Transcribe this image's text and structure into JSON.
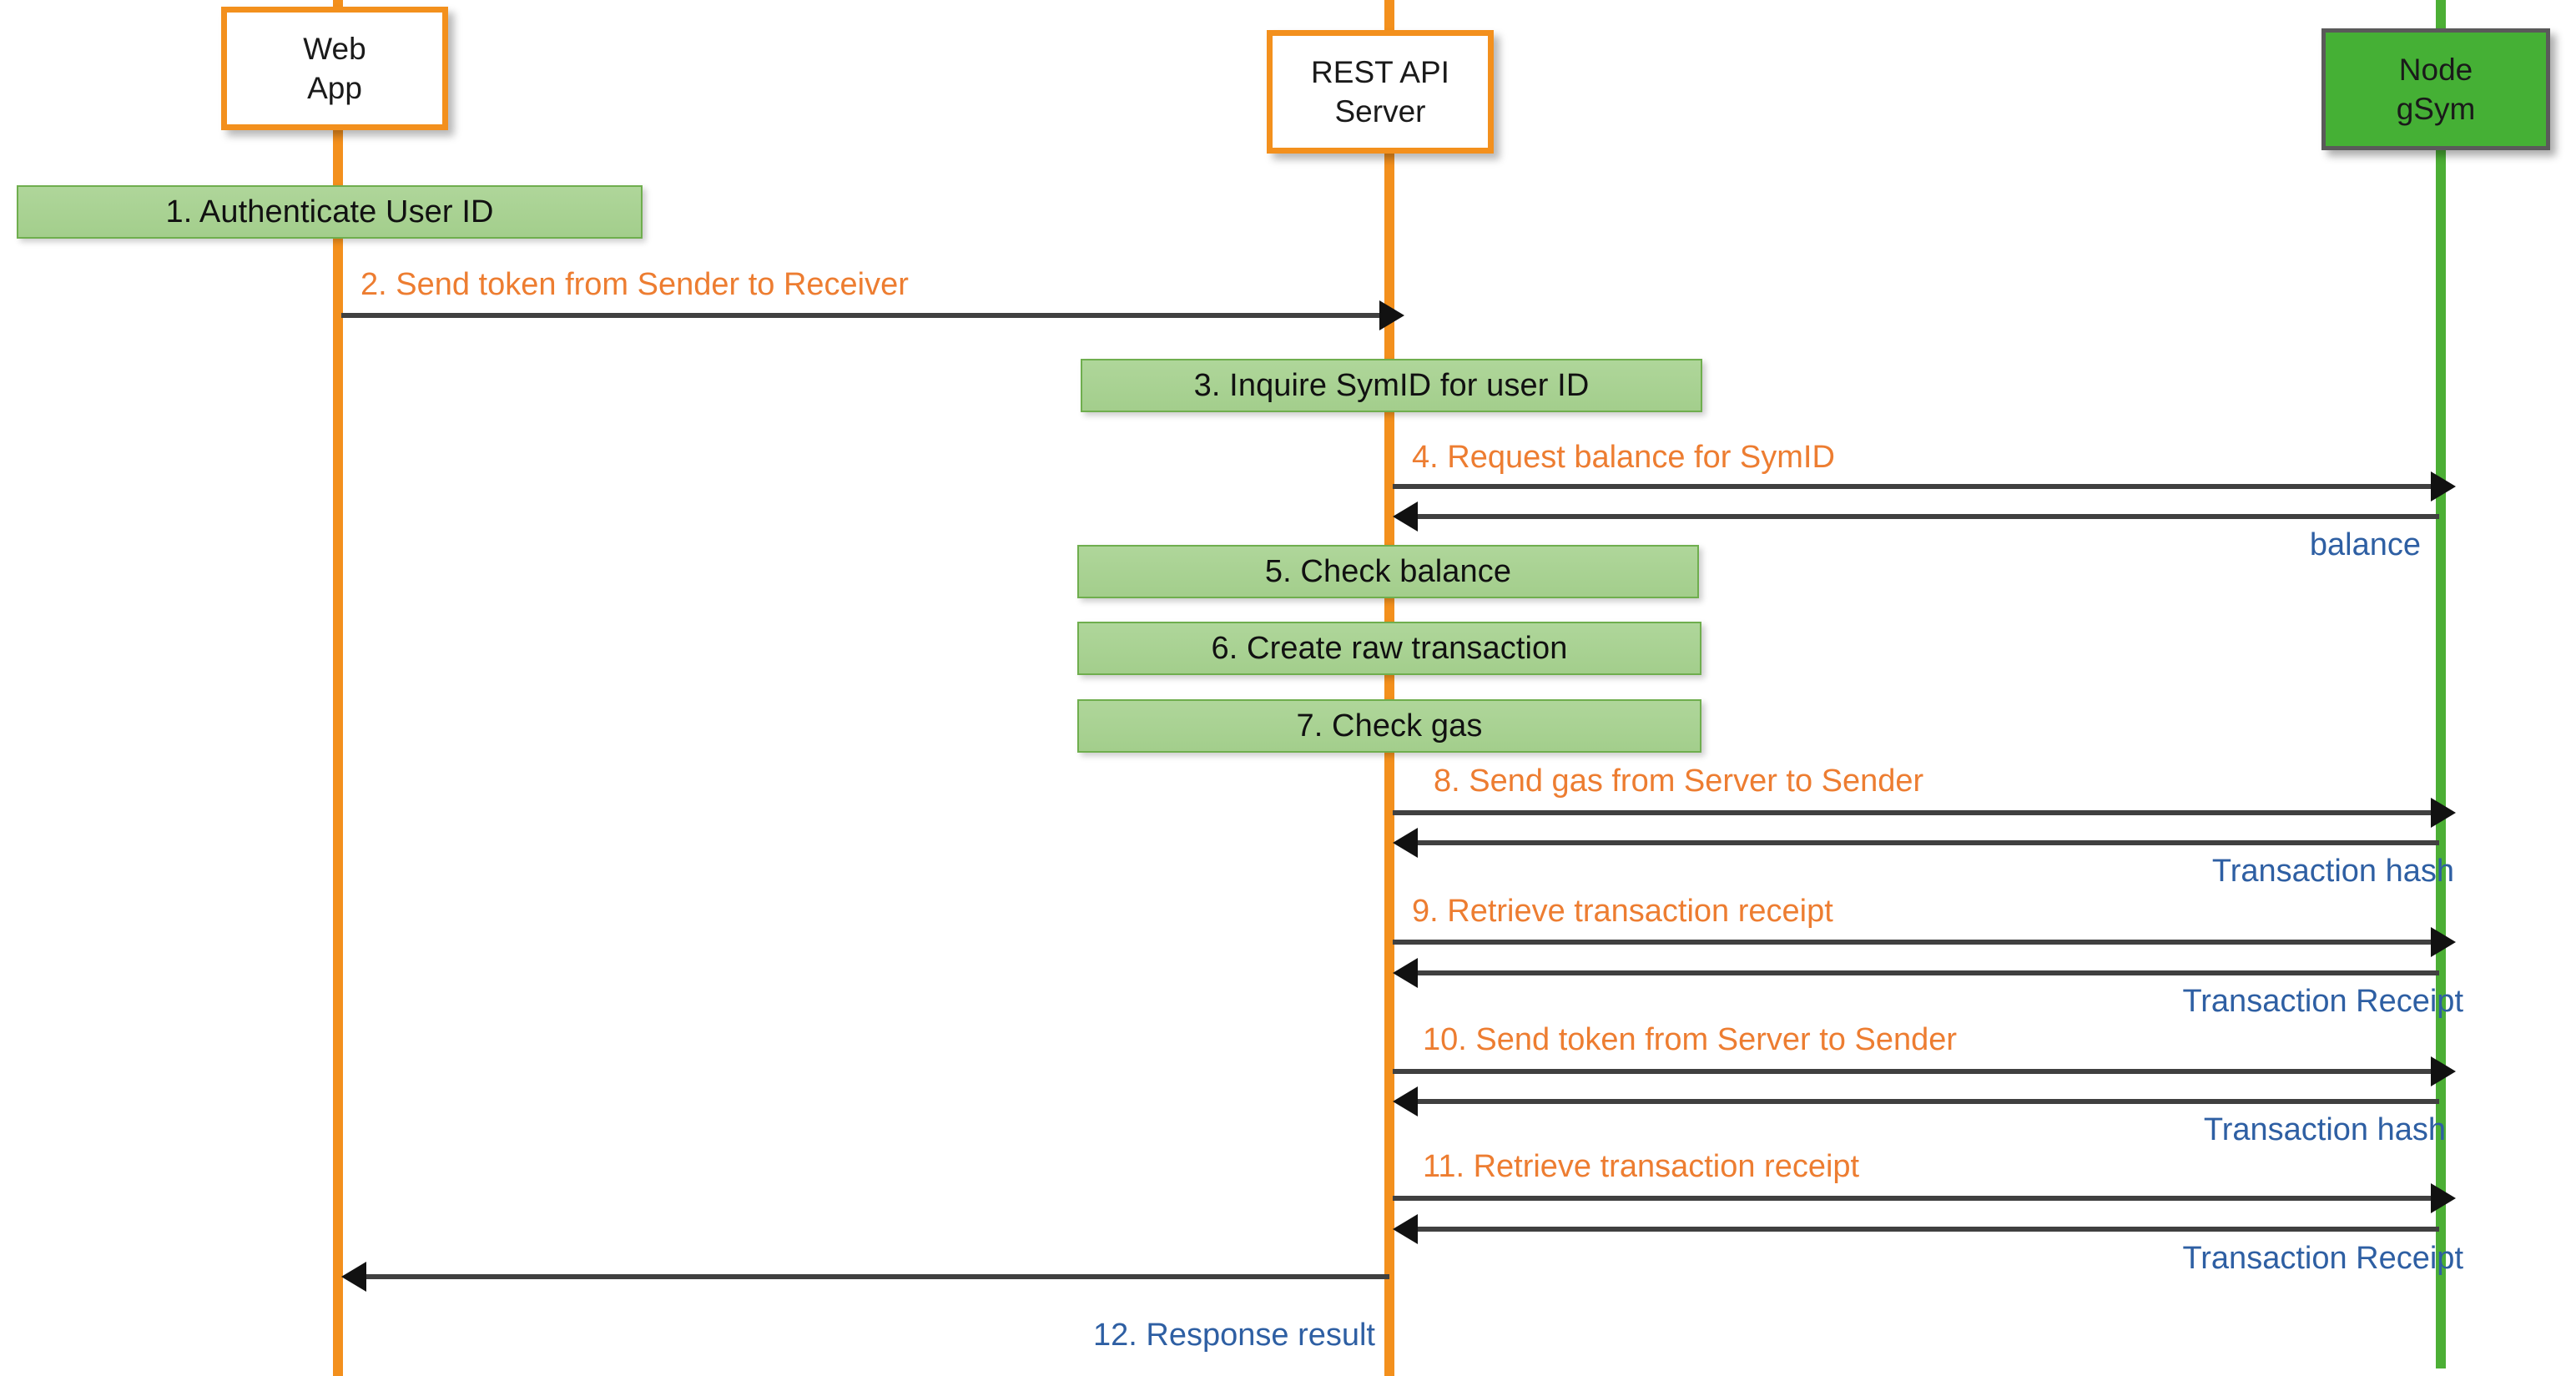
{
  "diagram": {
    "type": "uml-sequence-diagram",
    "title": "Token transfer sequence",
    "colors": {
      "lifeline_orange": "#F3901D",
      "lifeline_green": "#4CAF35",
      "action_fill": "#A9D18E",
      "action_border": "#6FAE4E",
      "call_label": "#ED7D31",
      "return_label": "#2E5FA3",
      "arrow": "#404040",
      "node_fill": "#45B035",
      "node_border": "#5A5A5A"
    }
  },
  "participants": [
    {
      "id": "web-app",
      "label_line1": "Web",
      "label_line2": "App",
      "style": "plain"
    },
    {
      "id": "rest-api",
      "label_line1": "REST API",
      "label_line2": "Server",
      "style": "plain"
    },
    {
      "id": "node",
      "label_line1": "Node",
      "label_line2": "gSym",
      "style": "node"
    }
  ],
  "actions": [
    {
      "step": "1",
      "label": "1. Authenticate User ID",
      "on": "web-app"
    },
    {
      "step": "3",
      "label": "3. Inquire SymID for user ID",
      "on": "rest-api"
    },
    {
      "step": "5",
      "label": "5. Check balance",
      "on": "rest-api"
    },
    {
      "step": "6",
      "label": "6. Create raw transaction",
      "on": "rest-api"
    },
    {
      "step": "7",
      "label": "7. Check gas",
      "on": "rest-api"
    }
  ],
  "messages": [
    {
      "step": "2",
      "label": "2. Send token from Sender to Receiver",
      "from": "web-app",
      "to": "rest-api",
      "kind": "call"
    },
    {
      "step": "4",
      "label": "4. Request balance for SymID",
      "from": "rest-api",
      "to": "node",
      "kind": "call"
    },
    {
      "step": "4r",
      "label": "balance",
      "from": "node",
      "to": "rest-api",
      "kind": "return"
    },
    {
      "step": "8",
      "label": "8. Send gas from Server to Sender",
      "from": "rest-api",
      "to": "node",
      "kind": "call"
    },
    {
      "step": "8r",
      "label": "Transaction hash",
      "from": "node",
      "to": "rest-api",
      "kind": "return"
    },
    {
      "step": "9",
      "label": "9. Retrieve transaction receipt",
      "from": "rest-api",
      "to": "node",
      "kind": "call"
    },
    {
      "step": "9r",
      "label": "Transaction Receipt",
      "from": "node",
      "to": "rest-api",
      "kind": "return"
    },
    {
      "step": "10",
      "label": "10. Send token from Server to Sender",
      "from": "rest-api",
      "to": "node",
      "kind": "call"
    },
    {
      "step": "10r",
      "label": "Transaction hash",
      "from": "node",
      "to": "rest-api",
      "kind": "return"
    },
    {
      "step": "11",
      "label": "11. Retrieve transaction receipt",
      "from": "rest-api",
      "to": "node",
      "kind": "call"
    },
    {
      "step": "11r",
      "label": "Transaction Receipt",
      "from": "node",
      "to": "rest-api",
      "kind": "return"
    },
    {
      "step": "12",
      "label": "12. Response result",
      "from": "rest-api",
      "to": "web-app",
      "kind": "return"
    }
  ]
}
